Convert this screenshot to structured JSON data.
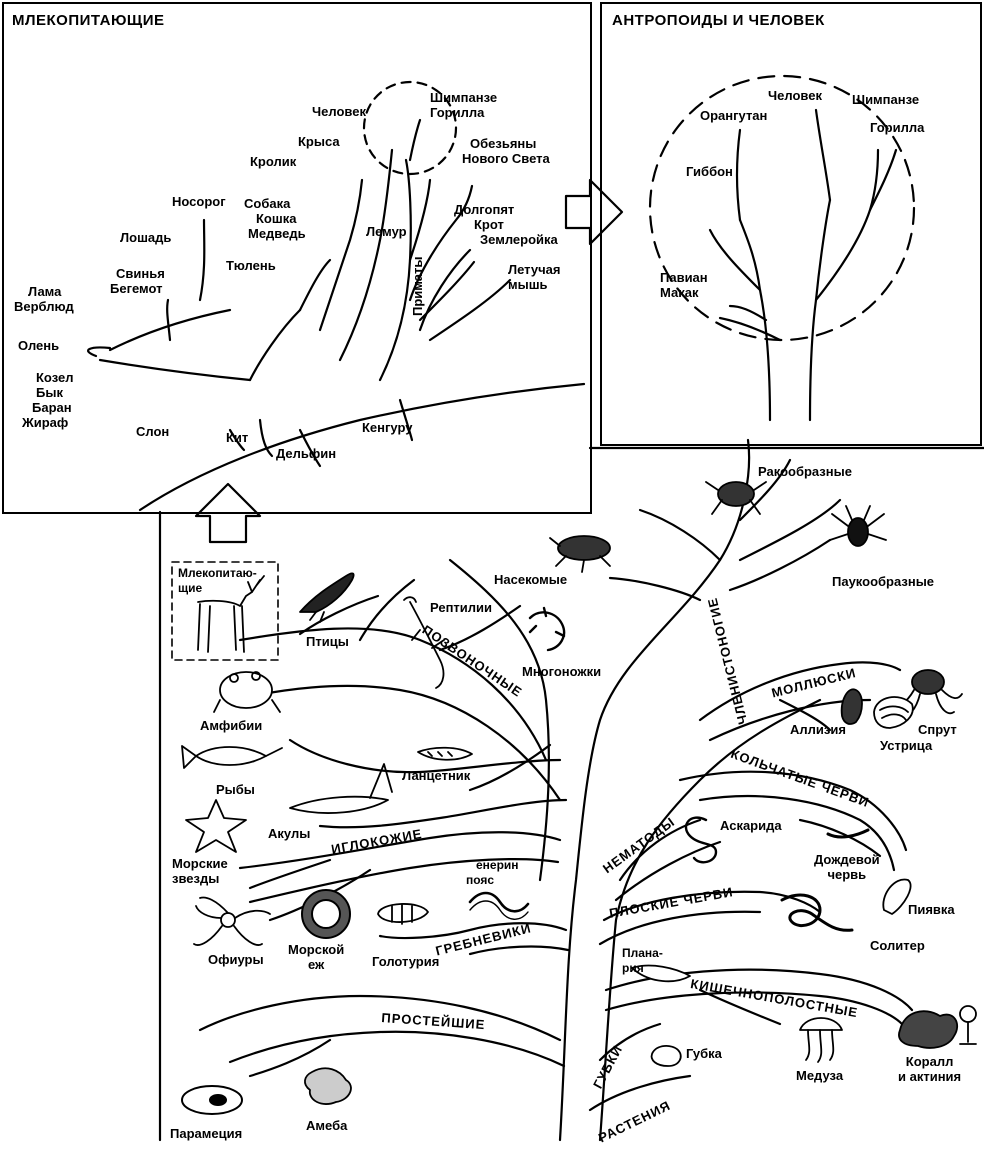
{
  "panels": {
    "mammals_title": "МЛЕКОПИТАЮЩИЕ",
    "primates_title": "АНТРОПОИДЫ И ЧЕЛОВЕК"
  },
  "mammals": {
    "chelovek": "Человек",
    "shimpanze": "Шимпанзе",
    "gorilla": "Горилла",
    "obezyany": "Обезьяны",
    "novogo_sveta": "Нового Света",
    "krysa": "Крыса",
    "krolik": "Кролик",
    "nosorog": "Носорог",
    "sobaka": "Собака",
    "koshka": "Кошка",
    "medved": "Медведь",
    "loshad": "Лошадь",
    "tyulen": "Тюлень",
    "svinya": "Свинья",
    "begemot": "Бегемот",
    "lemur": "Лемур",
    "dolgopyat": "Долгопят",
    "krot": "Крот",
    "zemleroyka": "Землеройка",
    "letuchaya": "Летучая",
    "mysh": "мышь",
    "primaty": "Приматы",
    "lama": "Лама",
    "verblyud": "Верблюд",
    "olen": "Олень",
    "kozel": "Козел",
    "byk": "Бык",
    "baran": "Баран",
    "zhiraf": "Жираф",
    "slon": "Слон",
    "kit": "Кит",
    "delfin": "Дельфин",
    "kenguru": "Кенгуру"
  },
  "primates": {
    "chelovek": "Человек",
    "shimpanze": "Шимпанзе",
    "gorilla": "Горилла",
    "orangutan": "Орангутан",
    "gibbon": "Гиббон",
    "pavian": "Павиан",
    "makak": "Макак"
  },
  "tree": {
    "mlekopitayu": "Млекопитаю-",
    "shchie": "щие",
    "ptitsy": "Птицы",
    "reptilii": "Рептилии",
    "amfibii": "Амфибии",
    "ryby": "Рыбы",
    "lantsetnik": "Ланцетник",
    "akuly": "Акулы",
    "morskie": "Морские",
    "zvezdy": "звезды",
    "ofiury": "Офиуры",
    "morskoy": "Морской",
    "ezh": "еж",
    "goloturiya": "Голотурия",
    "venerin": "енерин",
    "poyas": "пояс",
    "paramets": "Парамеция",
    "ameba": "Амеба",
    "nasekomye": "Насекомые",
    "mnogonozhki": "Многоножки",
    "rakoobraznye": "Ракообразные",
    "paukoobraznye": "Паукообразные",
    "sprut": "Спрут",
    "allizia": "Аллизия",
    "ustritsa": "Устрица",
    "askarida": "Аскарида",
    "dozhdevoy": "Дождевой",
    "cherv": "червь",
    "piyavka": "Пиявка",
    "soliter": "Солитер",
    "planaria_a": "Плана-",
    "planaria_b": "рия",
    "gubka": "Губка",
    "meduza": "Медуза",
    "korall": "Коралл",
    "i_aktiniya": "и актиния",
    "br_pozvonochnye": "ПОЗВОНОЧНЫЕ",
    "br_iglokozhie": "ИГЛОКОЖИЕ",
    "br_grebneviki": "ГРЕБНЕВИКИ",
    "br_prosteyshie": "ПРОСТЕЙШИЕ",
    "br_chlenistonogie": "ЧЛЕНИСТОНОГИЕ",
    "br_mollyuski": "МОЛЛЮСКИ",
    "br_kolchatye": "КОЛЬЧАТЫЕ ЧЕРВИ",
    "br_nematody": "НЕМАТОДЫ",
    "br_ploskie": "ПЛОСКИЕ ЧЕРВИ",
    "br_kishechnopolostnye": "КИШЕЧНОПОЛОСТНЫЕ",
    "br_gubki": "ГУБКИ",
    "br_rasteniya": "РАСТЕНИЯ"
  },
  "icons": [
    "deer-icon",
    "bird-icon",
    "lizard-icon",
    "frog-icon",
    "fish-icon",
    "lancelet-icon",
    "shark-icon",
    "starfish-icon",
    "brittle-star-icon",
    "sea-urchin-icon",
    "sea-cucumber-icon",
    "venus-girdle-icon",
    "paramecium-icon",
    "amoeba-icon",
    "beetle-icon",
    "millipede-icon",
    "crab-icon",
    "spider-icon",
    "octopus-icon",
    "sea-hare-icon",
    "oyster-icon",
    "roundworm-icon",
    "earthworm-icon",
    "leech-icon",
    "tapeworm-icon",
    "planarian-icon",
    "sponge-icon",
    "jellyfish-icon",
    "coral-icon",
    "anemone-icon"
  ]
}
